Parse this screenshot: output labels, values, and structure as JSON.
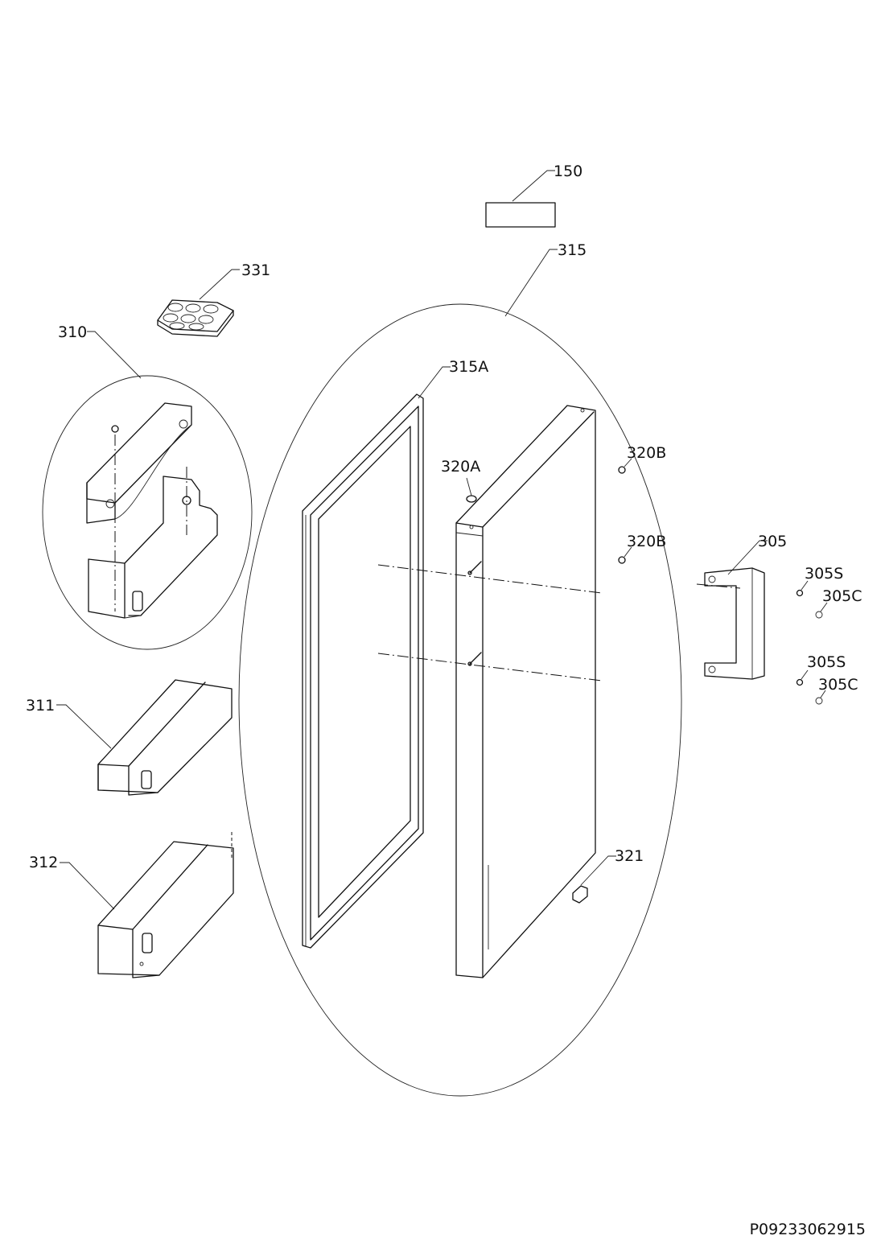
{
  "labels": {
    "p150": "150",
    "p315": "315",
    "p331": "331",
    "p310": "310",
    "p315A": "315A",
    "p320A": "320A",
    "p320B_top": "320B",
    "p320B_bottom": "320B",
    "p305": "305",
    "p305S_top": "305S",
    "p305C_top": "305C",
    "p305S_bottom": "305S",
    "p305C_bottom": "305C",
    "p311": "311",
    "p312": "312",
    "p321": "321"
  },
  "document_id": "P09233062915"
}
